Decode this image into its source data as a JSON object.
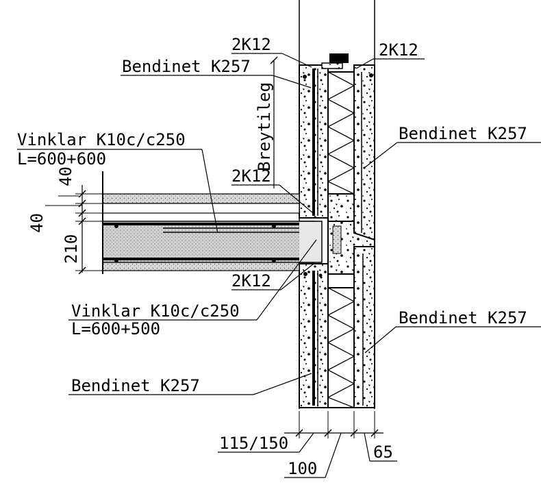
{
  "labels": {
    "rebar_2k12_top_left": "2K12",
    "rebar_2k12_top_right": "2K12",
    "rebar_2k12_mid": "2K12",
    "rebar_2k12_bottom": "2K12",
    "mesh_top_left": "Bendinet K257",
    "mesh_right_upper": "Bendinet K257",
    "mesh_right_lower": "Bendinet K257",
    "mesh_bottom_left": "Bendinet K257",
    "vinklar_top": "Vinklar K10c/c250",
    "vinklar_top_length": "L=600+600",
    "vinklar_bottom": "Vinklar K10c/c250",
    "vinklar_bottom_length": "L=600+500",
    "width_variable": "Breytileg"
  },
  "dimensions": {
    "dim_40_upper": "40",
    "dim_40_lower": "40",
    "dim_210": "210",
    "dim_115_150": "115/150",
    "dim_100": "100",
    "dim_65": "65"
  }
}
